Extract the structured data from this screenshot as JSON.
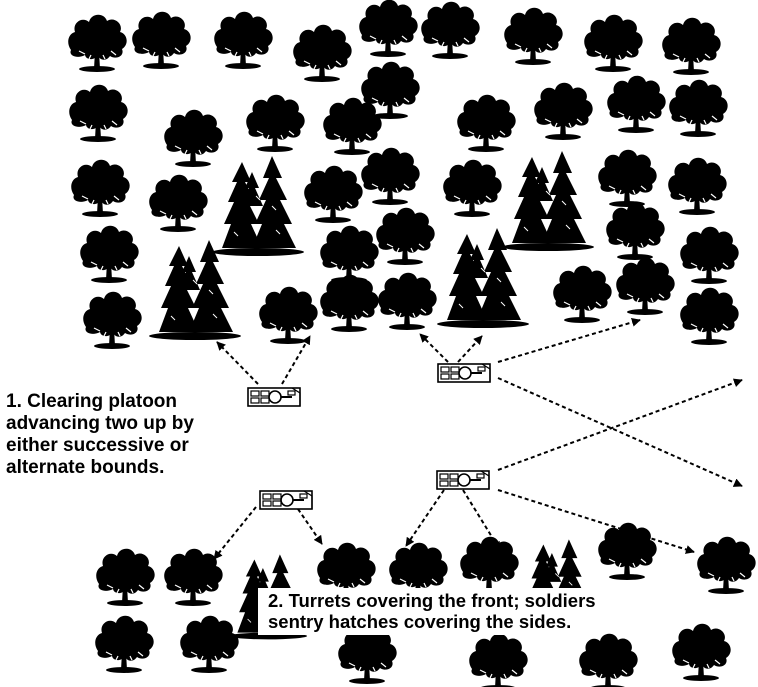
{
  "captions": {
    "clearing": [
      "1.  Clearing platoon",
      "advancing two up by",
      "either successive or",
      "alternate bounds."
    ],
    "turrets": [
      "2.  Turrets covering the front; soldiers",
      "sentry hatches covering the sides."
    ]
  },
  "colors": {
    "ink": "#000000",
    "paper": "#ffffff"
  },
  "icons": [
    "deciduous-tree-icon",
    "conifer-cluster-icon",
    "armored-vehicle-icon",
    "arrow-icon"
  ]
}
